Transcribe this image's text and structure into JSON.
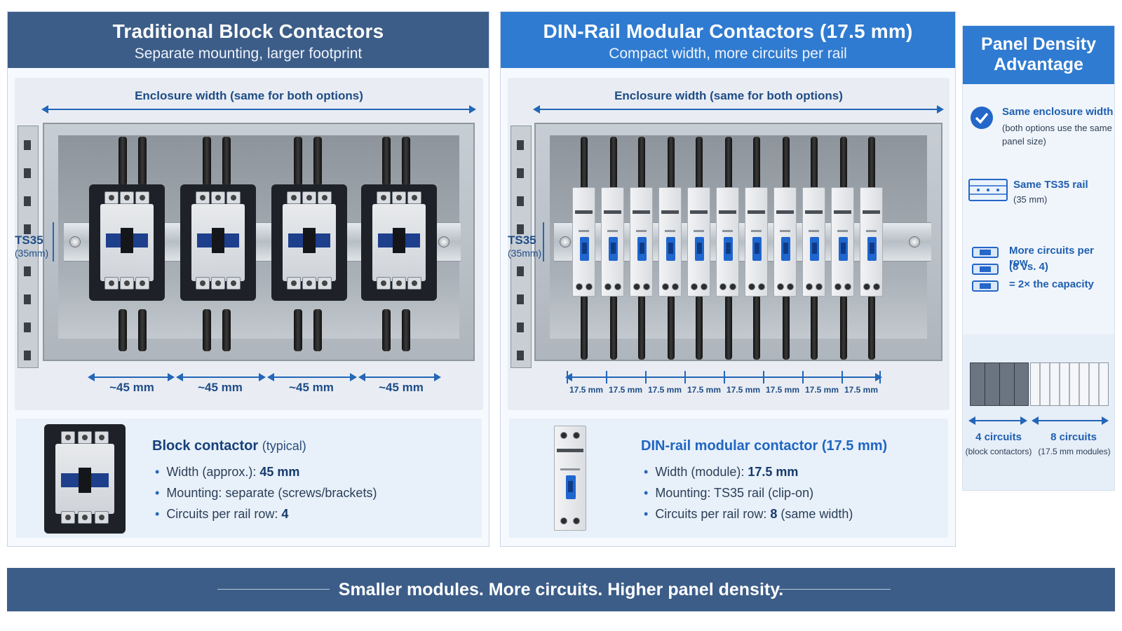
{
  "left": {
    "title": "Traditional Block Contactors",
    "subtitle": "Separate mounting, larger footprint",
    "enclosure_label": "Enclosure width (same for both options)",
    "ts35": "TS35",
    "ts35_sub": "(35mm)",
    "widths": [
      "~45 mm",
      "~45 mm",
      "~45 mm",
      "~45 mm"
    ],
    "info_title": "Block contactor",
    "info_title_suffix": "(typical)",
    "bullets": [
      {
        "label": "Width (approx.):",
        "value": "45 mm"
      },
      {
        "label": "Mounting: separate (screws/brackets)",
        "value": ""
      },
      {
        "label": "Circuits per rail row:",
        "value": "4"
      }
    ]
  },
  "right": {
    "title": "DIN-Rail Modular Contactors (17.5 mm)",
    "subtitle": "Compact width, more circuits per rail",
    "enclosure_label": "Enclosure width (same for both options)",
    "ts35": "TS35",
    "ts35_sub": "(35mm)",
    "widths": [
      "17.5 mm",
      "17.5 mm",
      "17.5 mm",
      "17.5 mm",
      "17.5 mm",
      "17.5 mm",
      "17.5 mm",
      "17.5 mm"
    ],
    "info_title": "DIN-rail modular contactor (17.5 mm)",
    "bullets": [
      {
        "label": "Width (module):",
        "value": "17.5 mm"
      },
      {
        "label": "Mounting: TS35 rail (clip-on)",
        "value": ""
      },
      {
        "label": "Circuits per rail row:",
        "value": "8",
        "suffix": "(same width)"
      }
    ]
  },
  "sidebar": {
    "title": "Panel Density Advantage",
    "items": [
      {
        "title": "Same enclosure width",
        "sub": "(both options use the same panel size)"
      },
      {
        "title": "Same TS35 rail",
        "sub": "(35 mm)"
      },
      {
        "title": "More circuits per row",
        "sub": "(8 vs. 4)",
        "extra": "= 2× the capacity"
      }
    ],
    "compare": [
      {
        "title": "4 circuits",
        "sub": "(block contactors)"
      },
      {
        "title": "8 circuits",
        "sub": "(17.5 mm modules)"
      }
    ]
  },
  "footer": "Smaller modules.  More circuits.  Higher panel density.",
  "colors": {
    "navy": "#3c5d88",
    "blue": "#2f7bd1",
    "accent": "#2466b7"
  }
}
